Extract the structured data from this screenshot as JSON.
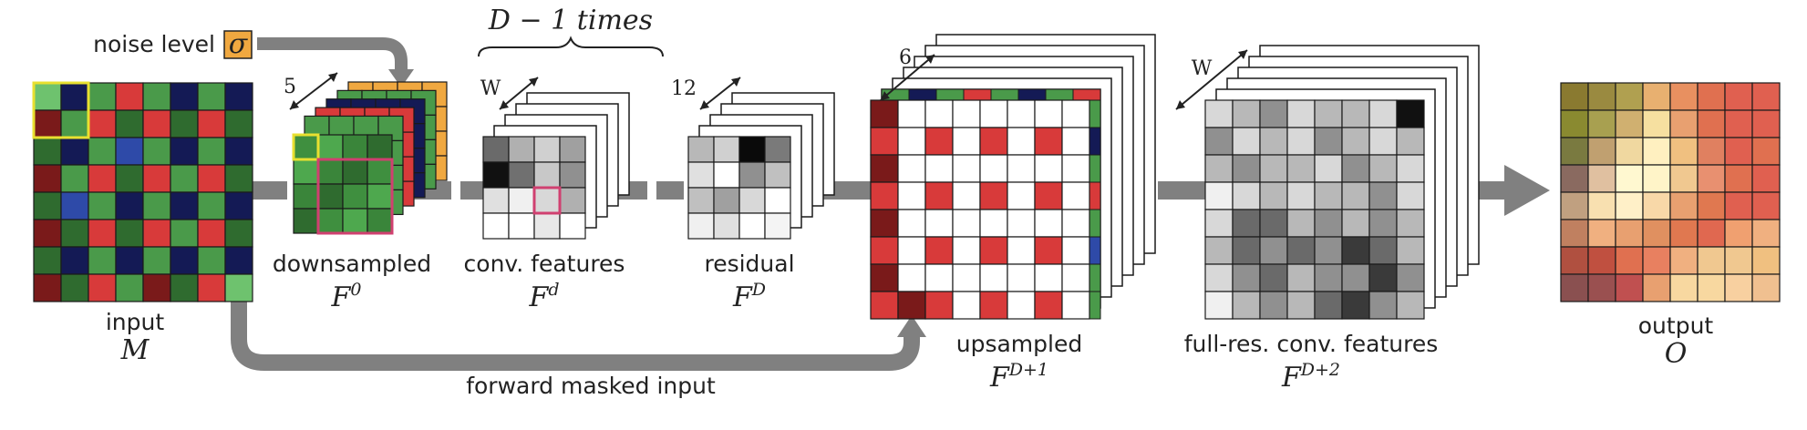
{
  "noise_label": "noise level",
  "sigma": "σ",
  "repeat_label": "D − 1 times",
  "input": {
    "label": "input",
    "symbol": "M"
  },
  "downsampled": {
    "label": "downsampled",
    "symbol": "F",
    "sup": "0",
    "depth": "5"
  },
  "conv": {
    "label": "conv. features",
    "symbol": "F",
    "sup": "d",
    "depth": "W"
  },
  "residual": {
    "label": "residual",
    "symbol": "F",
    "sup": "D",
    "depth": "12"
  },
  "upsampled": {
    "label": "upsampled",
    "symbol": "F",
    "sup": "D+1",
    "depth": "6"
  },
  "fullres": {
    "label": "full-res. conv. features",
    "symbol": "F",
    "sup": "D+2",
    "depth": "W"
  },
  "output": {
    "label": "output",
    "symbol": "O"
  },
  "skip_label": "forward masked input",
  "colors": {
    "arrow": "#808080",
    "green_dark": "#2f6b2f",
    "green": "#4a9a4a",
    "green_light": "#6ec26e",
    "red": "#d83a3a",
    "red_dark": "#7a1a1a",
    "blue": "#2e4aa8",
    "navy": "#141a55",
    "yellow": "#e8e030",
    "orange": "#f0a840",
    "magenta": "#d04070"
  }
}
